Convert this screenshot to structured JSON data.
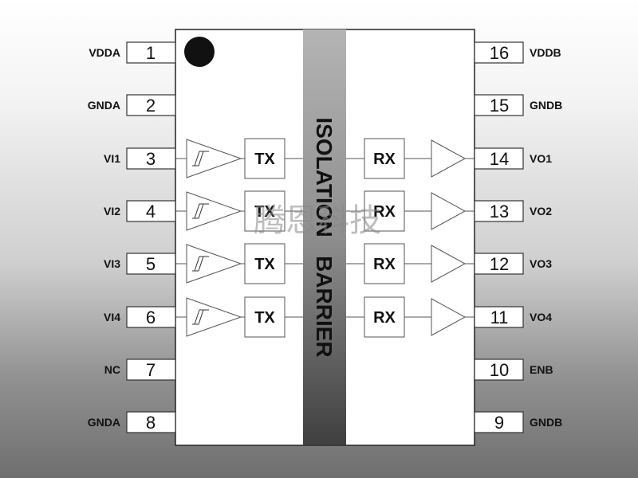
{
  "pins_left": [
    {
      "num": "1",
      "label": "VDDA"
    },
    {
      "num": "2",
      "label": "GNDA"
    },
    {
      "num": "3",
      "label": "VI1"
    },
    {
      "num": "4",
      "label": "VI2"
    },
    {
      "num": "5",
      "label": "VI3"
    },
    {
      "num": "6",
      "label": "VI4"
    },
    {
      "num": "7",
      "label": "NC"
    },
    {
      "num": "8",
      "label": "GNDA"
    }
  ],
  "pins_right": [
    {
      "num": "16",
      "label": "VDDB"
    },
    {
      "num": "15",
      "label": "GNDB"
    },
    {
      "num": "14",
      "label": "VO1"
    },
    {
      "num": "13",
      "label": "VO2"
    },
    {
      "num": "12",
      "label": "VO3"
    },
    {
      "num": "11",
      "label": "VO4"
    },
    {
      "num": "10",
      "label": "ENB"
    },
    {
      "num": "9",
      "label": "GNDB"
    }
  ],
  "tx_label": "TX",
  "rx_label": "RX",
  "barrier_text": "ISOLATION   BARRIER",
  "watermark": "腾恩科技",
  "colors": {
    "ic_fill": "#ffffff",
    "barrier_dark": "#4a4a4a",
    "barrier_light": "#b8b8b8",
    "line": "#555555"
  }
}
